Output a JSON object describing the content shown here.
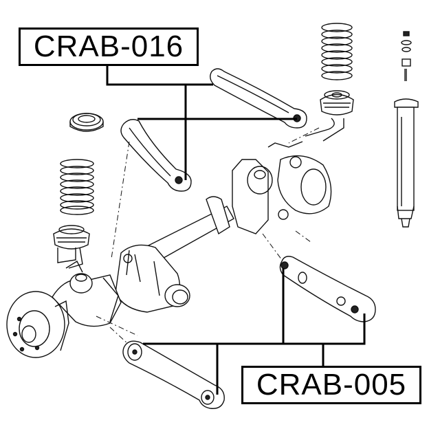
{
  "diagram": {
    "type": "exploded-parts-diagram",
    "subject": "rear suspension assembly",
    "callouts": [
      {
        "id": "label-016",
        "text": "CRAB-016",
        "points_to": [
          "upper control arm (left) bushing",
          "upper control arm (right) bushing",
          "upper control arm (left) rear end",
          "upper control arm (right) front end"
        ]
      },
      {
        "id": "label-005",
        "text": "CRAB-005",
        "points_to": [
          "lower trailing arm (left) front bushing",
          "lower trailing arm (left) rear bushing",
          "lower trailing arm (right) front bushing",
          "lower trailing arm (right) rear bushing"
        ]
      }
    ],
    "parts": [
      "coil-spring-left",
      "coil-spring-right",
      "spring-seat-left",
      "spring-seat-right",
      "spring-insulator-upper",
      "shock-absorber",
      "shock-mount-hardware",
      "upper-control-arm-left",
      "upper-control-arm-right",
      "lower-trailing-arm-left",
      "lower-trailing-arm-right",
      "rear-axle-housing",
      "differential",
      "brake-disc-hub",
      "brake-backing-plate"
    ],
    "colors": {
      "line": "#000000",
      "background": "#ffffff"
    }
  }
}
